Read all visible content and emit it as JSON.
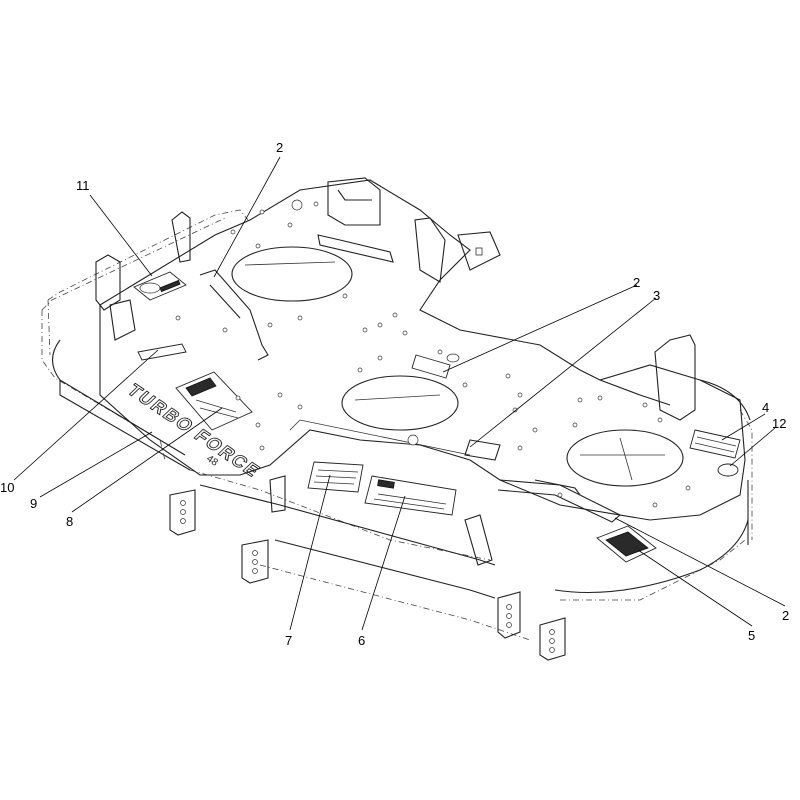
{
  "callouts": [
    {
      "id": "c1",
      "label": "2"
    },
    {
      "id": "c2",
      "label": "11"
    },
    {
      "id": "c3",
      "label": "2"
    },
    {
      "id": "c4",
      "label": "3"
    },
    {
      "id": "c5",
      "label": "4"
    },
    {
      "id": "c6",
      "label": "12"
    },
    {
      "id": "c7",
      "label": "10"
    },
    {
      "id": "c8",
      "label": "9"
    },
    {
      "id": "c9",
      "label": "8"
    },
    {
      "id": "c10",
      "label": "7"
    },
    {
      "id": "c11",
      "label": "6"
    },
    {
      "id": "c12",
      "label": "5"
    },
    {
      "id": "c13",
      "label": "2"
    }
  ],
  "deck_brand": "TURBO FORCE",
  "deck_size": "48"
}
